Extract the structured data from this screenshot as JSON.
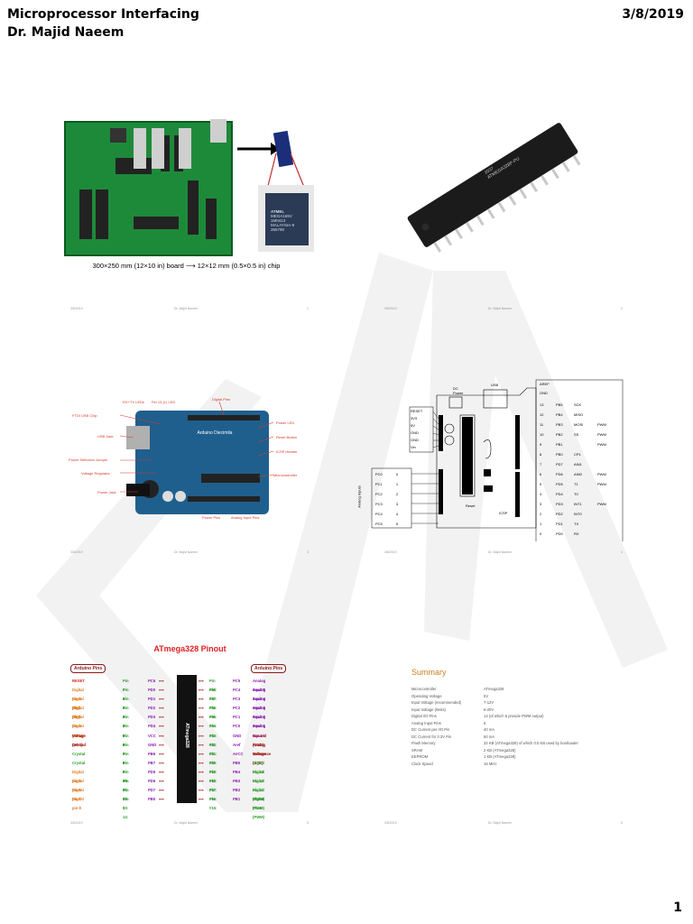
{
  "header": {
    "title": "Microprocessor Interfacing",
    "author": "Dr. Majid Naeem",
    "date": "3/8/2019"
  },
  "page_number": "1",
  "watermark": "DMN",
  "slide_footer": {
    "date": "3/8/2019",
    "author": "Dr. Majid Naeem"
  },
  "slides": [
    {
      "num": "1",
      "caption": "300×250 mm (12×10 in) board ⟶ 12×12 mm (0.5×0.5 in) chip",
      "chip_text": [
        "ATMEL",
        "MEGA169V",
        "1M0413",
        "MALAYSIA-8",
        "355790"
      ]
    },
    {
      "num": "2",
      "chip_text": [
        "1037",
        "ATMEGA328P-PU"
      ]
    },
    {
      "num": "3",
      "board_label": "Arduino Diecimila",
      "labels": [
        "RX+TX LEDs",
        "Pin 13 (L) LED",
        "Digital Pins",
        "FTDI USB Chip",
        "Power LED",
        "USB Jack",
        "Reset Button",
        "ICSP Header",
        "Power Selection Jumper",
        "Voltage Regulator",
        "Microcontroller",
        "Power Jack",
        "Power Pins",
        "Analog Input Pins"
      ]
    },
    {
      "num": "4",
      "top_labels": [
        "DC Power",
        "USB",
        "AREF",
        "GND"
      ],
      "power_pins": [
        "RESET",
        "3V3",
        "5V",
        "GND",
        "GND",
        "Vin"
      ],
      "analog_pins": [
        [
          "PC0",
          "0"
        ],
        [
          "PC1",
          "1"
        ],
        [
          "PC2",
          "2"
        ],
        [
          "PC3",
          "3"
        ],
        [
          "PC4",
          "4"
        ],
        [
          "PC5",
          "5"
        ]
      ],
      "analog_label": "Analog Inputs",
      "reset_label": "Reset",
      "icsp_label": "ICSP",
      "digital_pins": [
        [
          "13",
          "PB5",
          "SCK",
          ""
        ],
        [
          "12",
          "PB4",
          "MISO",
          ""
        ],
        [
          "11",
          "PB3",
          "MOSI",
          "PWM"
        ],
        [
          "10",
          "PB2",
          "SS",
          "PWM"
        ],
        [
          "9",
          "PB1",
          "",
          "PWM"
        ],
        [
          "8",
          "PB0",
          "CP1",
          ""
        ],
        [
          "7",
          "PD7",
          "AIN1",
          ""
        ],
        [
          "6",
          "PD6",
          "AIN0",
          "PWM"
        ],
        [
          "5",
          "PD5",
          "T1",
          "PWM"
        ],
        [
          "4",
          "PD4",
          "T0",
          ""
        ],
        [
          "3",
          "PD3",
          "INT1",
          "PWM"
        ],
        [
          "2",
          "PD2",
          "INT0",
          ""
        ],
        [
          "1",
          "PD1",
          "TX",
          ""
        ],
        [
          "0",
          "PD0",
          "RX",
          ""
        ]
      ]
    },
    {
      "num": "5",
      "title": "ATmega328 Pinout",
      "chip_label": "ATmega328",
      "arduino_pins_label": "Arduino Pins",
      "left": [
        [
          "RESET",
          "Pin # 1:",
          "PC6"
        ],
        [
          "Digital pin 0 (RX)",
          "Pin # 2:",
          "PD0"
        ],
        [
          "Digital pin 1 (TX)",
          "Pin # 3:",
          "PD1"
        ],
        [
          "Digital pin 2",
          "Pin # 4:",
          "PD2"
        ],
        [
          "Digital pin 3 (PWM)",
          "Pin # 5:",
          "PD3"
        ],
        [
          "Digital pin 4",
          "Pin # 6:",
          "PD4"
        ],
        [
          "Voltage (VCC)",
          "Pin # 7:",
          "VCC"
        ],
        [
          "Ground",
          "Pin # 8:",
          "GND"
        ],
        [
          "Crystal",
          "Pin # 9:",
          "PB6"
        ],
        [
          "Crystal",
          "Pin # 10:",
          "PB7"
        ],
        [
          "Digital pin 5",
          "Pin # 11:",
          "PD5"
        ],
        [
          "Digital pin 6",
          "Pin # 12:",
          "PD6"
        ],
        [
          "Digital pin 7",
          "Pin # 13:",
          "PD7"
        ],
        [
          "Digital pin 8",
          "Pin # 14:",
          "PB0"
        ]
      ],
      "right": [
        [
          "Pin #28:",
          "PC5",
          "Analog Input 5"
        ],
        [
          "Pin #27:",
          "PC4",
          "Analog Input 4"
        ],
        [
          "Pin #26:",
          "PC3",
          "Analog Input 3"
        ],
        [
          "Pin #25:",
          "PC2",
          "Analog Input 2"
        ],
        [
          "Pin #24:",
          "PC1",
          "Analog Input 1"
        ],
        [
          "Pin #23:",
          "PC0",
          "Analog Input 0"
        ],
        [
          "Pin #22:",
          "GND",
          "Ground (GND)"
        ],
        [
          "Pin #21:",
          "Aref",
          "Analog Reference"
        ],
        [
          "Pin #20:",
          "AVCC",
          "Voltage (VCC)"
        ],
        [
          "Pin #19:",
          "PB5",
          "Digital Pin 13"
        ],
        [
          "Pin #18:",
          "PB4",
          "Digital Pin 12"
        ],
        [
          "Pin #17:",
          "PB3",
          "Digital Pin 11 (PWM)"
        ],
        [
          "Pin #16:",
          "PB2",
          "Digital Pin 10 (PWM)"
        ],
        [
          "Pin #15:",
          "PB1",
          "Digital Pin 9 (PWM)"
        ]
      ]
    },
    {
      "num": "6",
      "title": "Summary",
      "rows": [
        [
          "Microcontroller",
          "ATmega328"
        ],
        [
          "Operating Voltage",
          "5V"
        ],
        [
          "Input Voltage (recommended)",
          "7-12V"
        ],
        [
          "Input Voltage (limits)",
          "6-20V"
        ],
        [
          "Digital I/O Pins",
          "14 (of which 6 provide PWM output)"
        ],
        [
          "Analog Input Pins",
          "6"
        ],
        [
          "DC Current per I/O Pin",
          "40 mA"
        ],
        [
          "DC Current for 3.3V Pin",
          "50 mA"
        ],
        [
          "Flash Memory",
          "32 KB (ATmega328) of which 0.5 KB used by bootloader"
        ],
        [
          "SRAM",
          "2 KB (ATmega328)"
        ],
        [
          "EEPROM",
          "1 KB (ATmega328)"
        ],
        [
          "Clock Speed",
          "16 MHz"
        ]
      ]
    }
  ]
}
